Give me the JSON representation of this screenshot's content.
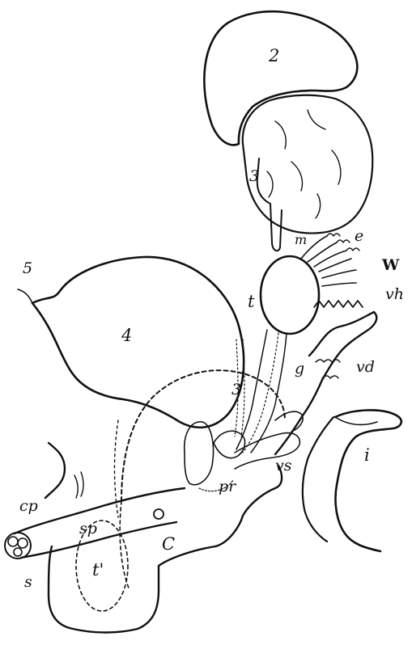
{
  "labels": {
    "kidney": "2",
    "adrenal": "3",
    "bladder": "4",
    "urachus": "5",
    "intestine": "i",
    "testis": "t",
    "mesorchium": "m",
    "epididymis_head": "e",
    "wolffian": "W",
    "vas_aberrans": "vh",
    "vas_deferens": "vd",
    "gubernaculum": "g",
    "ureter": "3",
    "vesicula": "vs",
    "prostate": "pr",
    "cowper": "C",
    "corpus_cavernosum": "cp",
    "corpus_spongiosum": "sp",
    "scrotum": "s",
    "testis_descent": "t'"
  },
  "colors": {
    "ink": "#111111",
    "paper": "#ffffff"
  }
}
